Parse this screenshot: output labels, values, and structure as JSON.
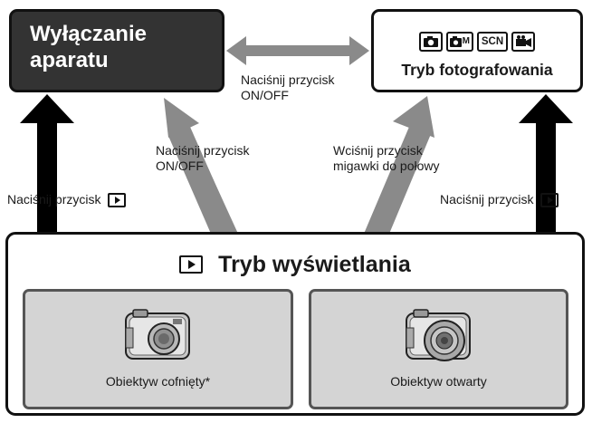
{
  "power_off": {
    "label_line1": "Wyłączanie",
    "label_line2": "aparatu"
  },
  "shooting": {
    "title": "Tryb fotografowania",
    "mode_icons": [
      "camera-icon",
      "manual-camera-icon",
      "scene-icon",
      "movie-icon"
    ],
    "scn_label": "SCN",
    "manual_label": "M"
  },
  "playback": {
    "title": "Tryb wyświetlania"
  },
  "panels": {
    "retracted": {
      "label": "Obiektyw cofnięty*"
    },
    "extended": {
      "label": "Obiektyw otwarty"
    }
  },
  "transitions": {
    "off_shoot_line1": "Naciśnij przycisk",
    "off_shoot_line2": "ON/OFF",
    "play_to_off_line1": "Naciśnij przycisk",
    "play_to_off_line2": "ON/OFF",
    "play_to_shoot_line1": "Wciśnij przycisk",
    "play_to_shoot_line2": "migawki do połowy",
    "left_vertical": "Naciśnij przycisk",
    "right_vertical": "Naciśnij przycisk"
  },
  "colors": {
    "dark_box": "#333333",
    "arrow_gray": "#8a8a8a",
    "panel_gray": "#d4d4d4",
    "black": "#000000"
  }
}
